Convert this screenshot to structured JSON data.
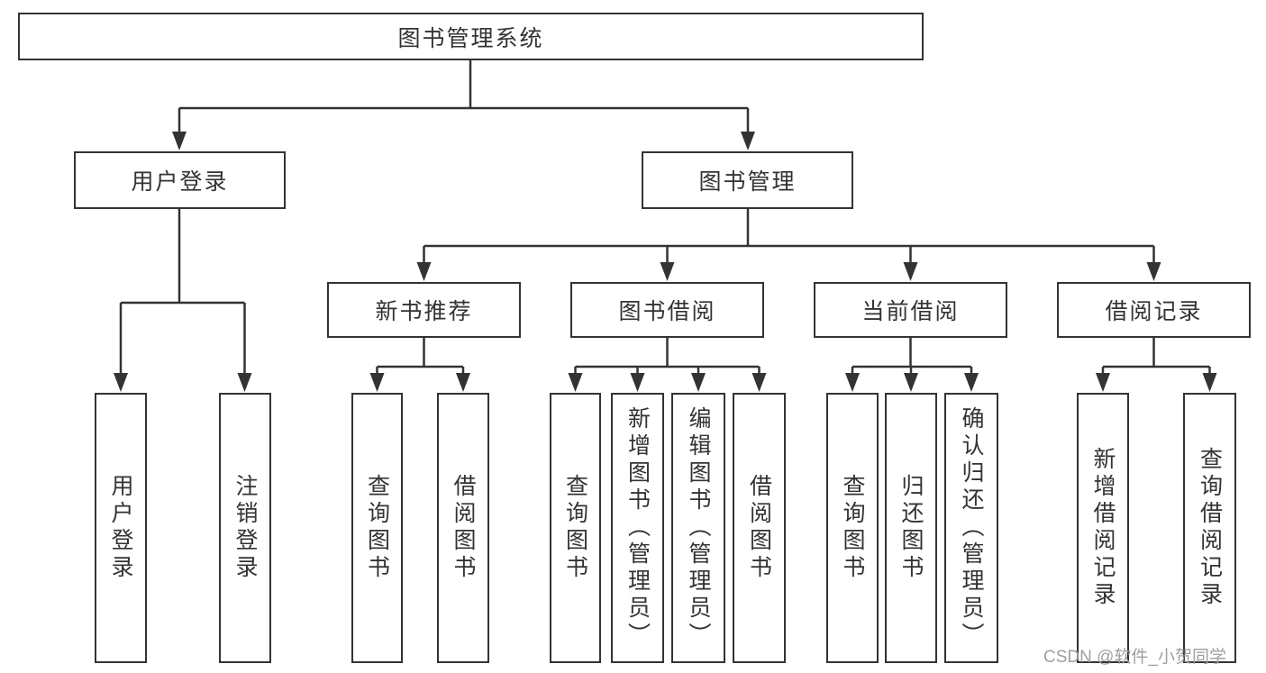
{
  "diagram": {
    "root_label": "图书管理系统",
    "level2": [
      {
        "label": "用户登录",
        "children": [
          {
            "label": "用户登录"
          },
          {
            "label": "注销登录"
          }
        ]
      },
      {
        "label": "图书管理",
        "children": [
          {
            "label": "新书推荐",
            "children": [
              {
                "label": "查询图书"
              },
              {
                "label": "借阅图书"
              }
            ]
          },
          {
            "label": "图书借阅",
            "children": [
              {
                "label": "查询图书"
              },
              {
                "label": "新增图书（管理员）"
              },
              {
                "label": "编辑图书（管理员）"
              },
              {
                "label": "借阅图书"
              }
            ]
          },
          {
            "label": "当前借阅",
            "children": [
              {
                "label": "查询图书"
              },
              {
                "label": "归还图书"
              },
              {
                "label": "确认归还（管理员）"
              }
            ]
          },
          {
            "label": "借阅记录",
            "children": [
              {
                "label": "新增借阅记录"
              },
              {
                "label": "查询借阅记录"
              }
            ]
          }
        ]
      }
    ]
  },
  "watermark": "CSDN @软件_小贺同学",
  "colors": {
    "line": "#333333",
    "text": "#333333",
    "box_background": "#ffffff",
    "watermark": "#9f9f9f",
    "page_background": "#ffffff"
  }
}
